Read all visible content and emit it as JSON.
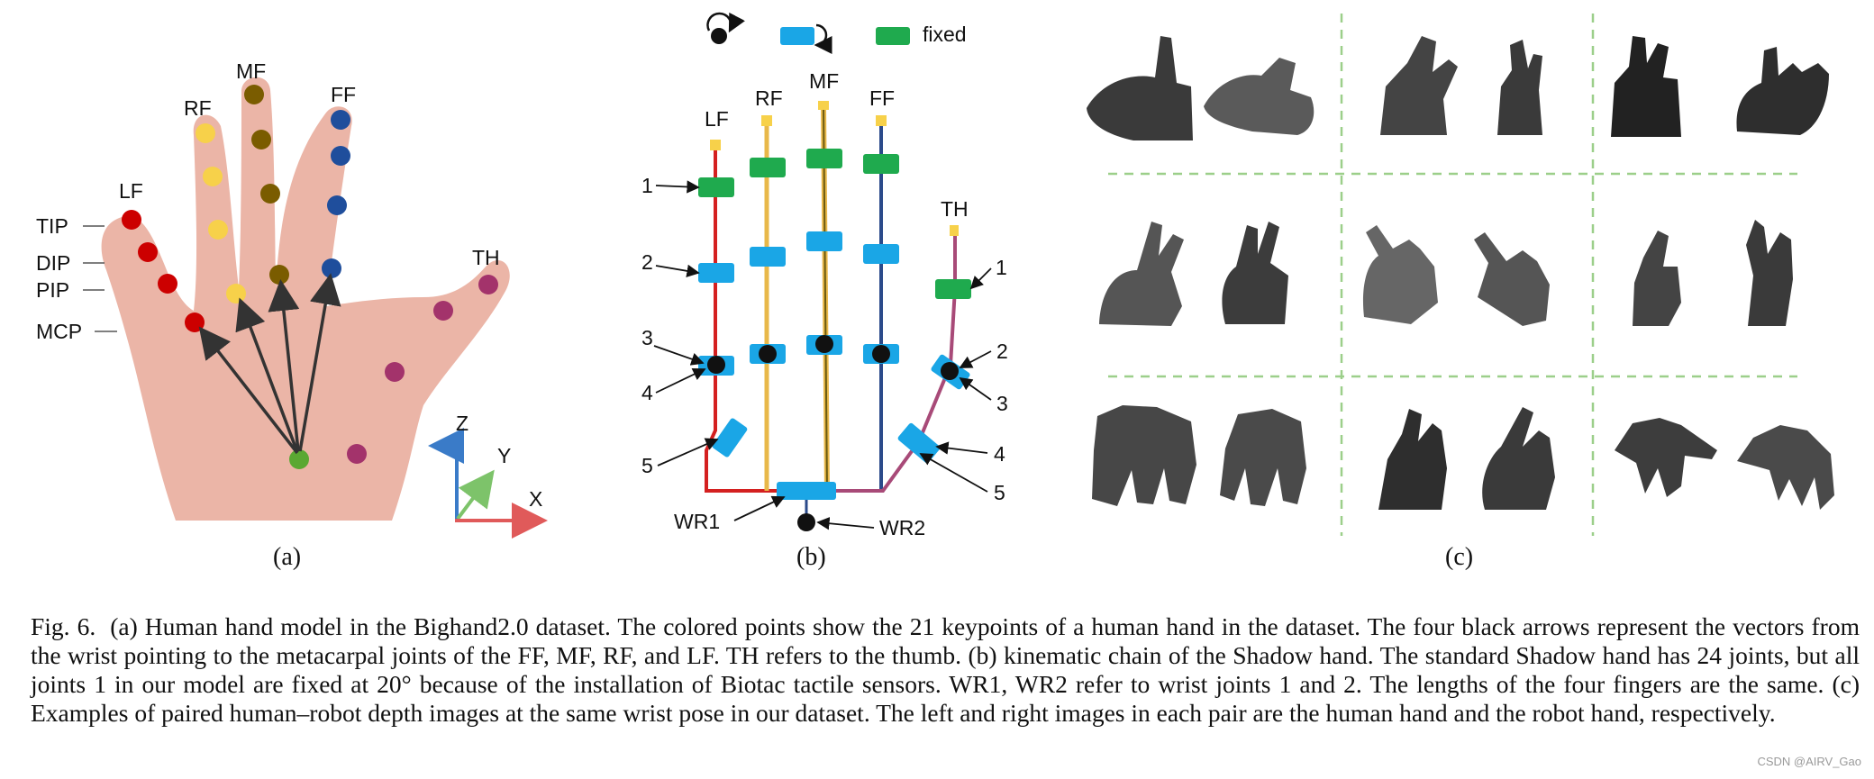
{
  "panel_a": {
    "sublabel": "(a)",
    "finger_labels": {
      "lf": "LF",
      "rf": "RF",
      "mf": "MF",
      "ff": "FF",
      "th": "TH"
    },
    "joint_labels": [
      "TIP",
      "DIP",
      "PIP",
      "MCP"
    ],
    "axis_labels": {
      "z": "Z",
      "y": "Y",
      "x": "X"
    },
    "colors": {
      "lf": "#cc0000",
      "rf": "#f7d14a",
      "mf": "#7a5c00",
      "ff": "#1f4e9c",
      "th": "#a3336b",
      "wrist": "#5aa832",
      "palm": "#e8a898"
    }
  },
  "panel_b": {
    "sublabel": "(b)",
    "legend": {
      "fixed_label": "fixed"
    },
    "finger_labels": {
      "lf": "LF",
      "rf": "RF",
      "mf": "MF",
      "ff": "FF",
      "th": "TH"
    },
    "lf_joint_numbers": [
      "1",
      "2",
      "3",
      "4",
      "5"
    ],
    "th_joint_numbers": [
      "1",
      "2",
      "3",
      "4",
      "5"
    ],
    "wrist_labels": {
      "wr1": "WR1",
      "wr2": "WR2"
    },
    "colors": {
      "fixed": "#1faa4e",
      "joint": "#1aa6e6",
      "lf": "#d42020",
      "rf": "#e8b84a",
      "mf": "#8a7a20",
      "ff": "#2b4a8a",
      "th": "#a84a78",
      "tip": "#f7d14a"
    }
  },
  "panel_c": {
    "sublabel": "(c)"
  },
  "caption": {
    "fig_label": "Fig. 6.",
    "text": "(a) Human hand model in the Bighand2.0 dataset. The colored points show the 21 keypoints of a human hand in the dataset. The four black arrows represent the vectors from the wrist pointing to the metacarpal joints of the FF, MF, RF, and LF. TH refers to the thumb. (b) kinematic chain of the Shadow hand. The standard Shadow hand has 24 joints, but all joints 1 in our model are fixed at 20° because of the installation of Biotac tactile sensors. WR1, WR2 refer to wrist joints 1 and 2. The lengths of the four fingers are the same. (c) Examples of paired human–robot depth images at the same wrist pose in our dataset. The left and right images in each pair are the human hand and the robot hand, respectively."
  },
  "watermark": "CSDN @AIRV_Gao"
}
